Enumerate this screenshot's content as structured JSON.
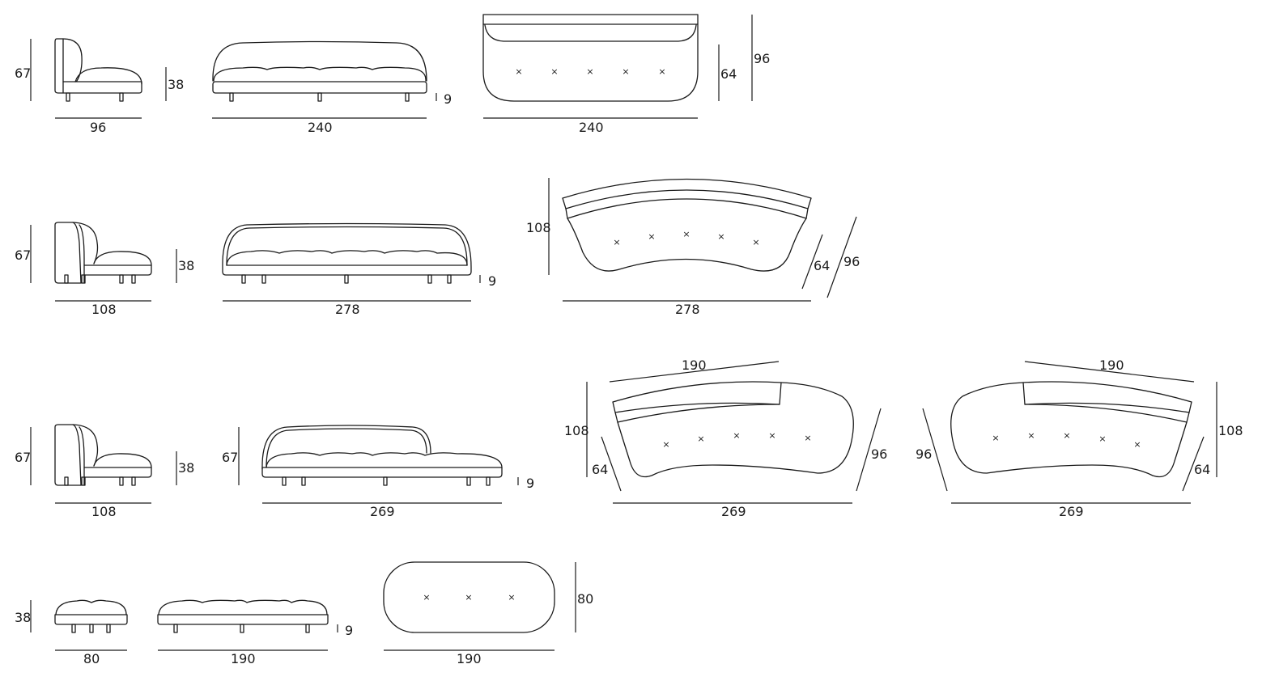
{
  "row1": {
    "side_height": "67",
    "seat_height": "38",
    "side_depth": "96",
    "leg_height": "9",
    "front_width": "240",
    "top_width": "240",
    "top_depth_inner": "64",
    "top_depth": "96"
  },
  "row2": {
    "side_height": "67",
    "seat_height": "38",
    "side_depth": "108",
    "leg_height": "9",
    "front_width": "278",
    "top_depth": "108",
    "top_depth_inner": "64",
    "top_depth_outer": "96",
    "top_width": "278"
  },
  "row3": {
    "side_height": "67",
    "seat_height": "38",
    "side_depth": "108",
    "front_height": "67",
    "leg_height": "9",
    "front_width": "269",
    "left_top": {
      "back_width": "190",
      "depth": "108",
      "inner": "64",
      "outer": "96",
      "width": "269"
    },
    "right_top": {
      "back_width": "190",
      "depth": "108",
      "inner": "64",
      "outer": "96",
      "width": "269"
    }
  },
  "row4": {
    "side_height": "38",
    "side_depth": "80",
    "leg_height": "9",
    "front_width": "190",
    "top_depth": "80",
    "top_width": "190"
  },
  "button_mark": "×"
}
